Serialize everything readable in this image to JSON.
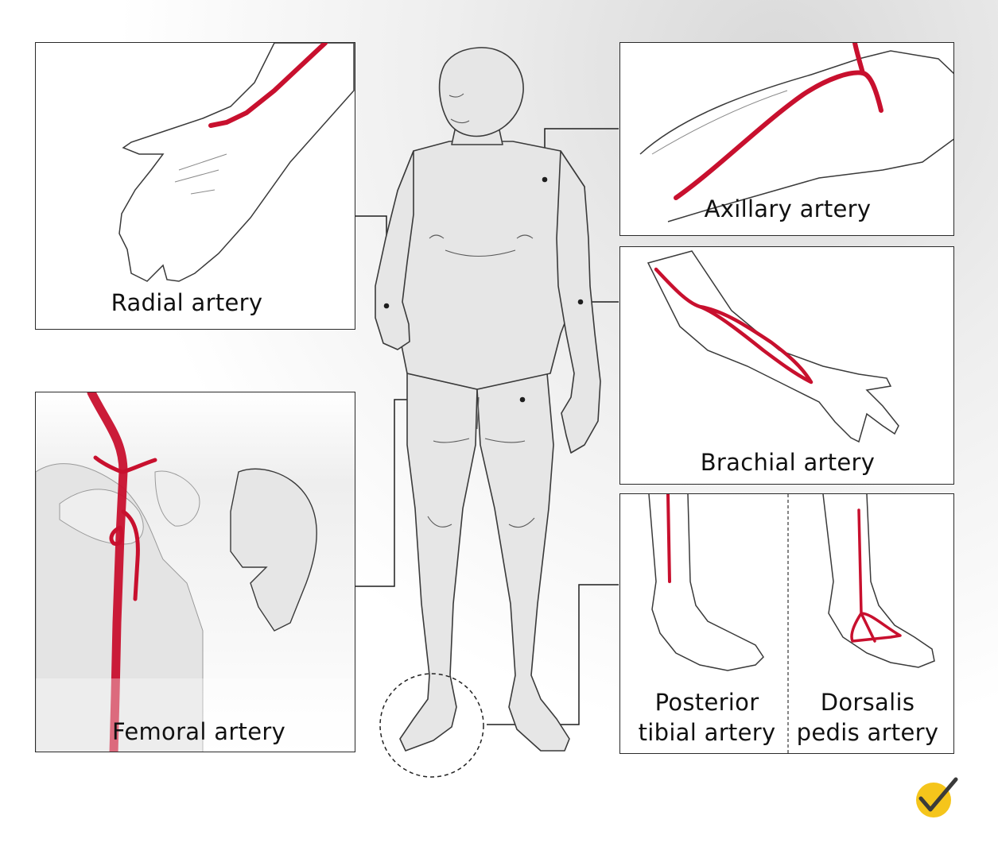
{
  "colors": {
    "artery": "#c8102e",
    "skin": "#e6e6e6",
    "outline": "#3a3a3a",
    "panel_border": "#2a2a2a",
    "connector": "#1e1e1e",
    "logo": "#f5c51b"
  },
  "labels": {
    "radial": "Radial artery",
    "axillary": "Axillary artery",
    "brachial": "Brachial artery",
    "femoral": "Femoral artery",
    "posterior_tibial_line1": "Posterior",
    "posterior_tibial_line2": "tibial artery",
    "dorsalis_pedis_line1": "Dorsalis",
    "dorsalis_pedis_line2": "pedis artery"
  },
  "logo": {
    "icon": "checkmark-badge-icon"
  }
}
